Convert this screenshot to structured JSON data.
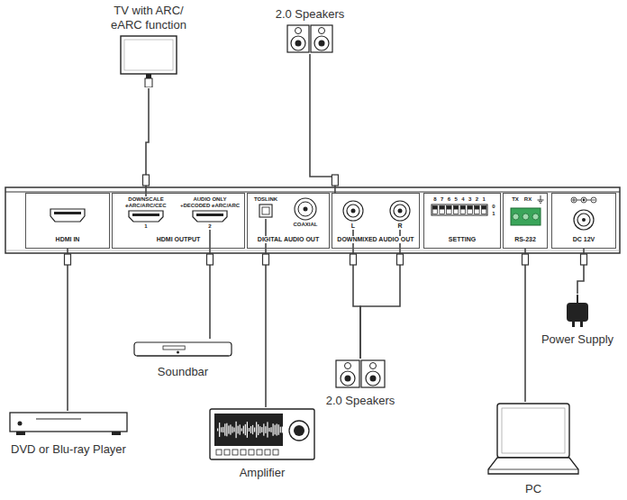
{
  "diagram": {
    "nodes": [
      {
        "text": [
          "TV with ARC/ eARC function"
        ]
      },
      {
        "text": [
          "2.0 Speakers"
        ]
      },
      {
        "text": [
          "HDMI IN"
        ]
      },
      {
        "text": [
          "HDMI OUTPUT"
        ]
      },
      {
        "text": [
          "DOWNSCALE eARC/ARC/CEC",
          "1"
        ],
        "in": 3
      },
      {
        "text": [
          "AUDIO ONLY +DECODED eARC/ARC",
          "2"
        ],
        "in": 3
      },
      {
        "text": [
          "DIGITAL AUDIO OUT"
        ]
      },
      {
        "text": [
          "TOSLINK"
        ],
        "in": 6
      },
      {
        "text": [
          "COAXIAL"
        ],
        "in": 6
      },
      {
        "text": [
          "DOWNMIXED AUDIO OUT"
        ]
      },
      {
        "text": [
          "L"
        ],
        "in": 9
      },
      {
        "text": [
          "R"
        ],
        "in": 9
      },
      {
        "text": [
          "SETTING"
        ]
      },
      {
        "text": [
          "RS-232"
        ]
      },
      {
        "text": [
          "DC 12V"
        ]
      },
      {
        "text": [
          "Soundbar"
        ]
      },
      {
        "text": [
          "2.0 Speakers"
        ]
      },
      {
        "text": [
          "Power Supply"
        ]
      },
      {
        "text": [
          "DVD or Blu-ray Player"
        ]
      },
      {
        "text": [
          "Amplifier"
        ]
      },
      {
        "text": [
          "PC"
        ]
      }
    ],
    "edges": [
      {
        "from": 0,
        "to": 4,
        "arrow": "none"
      },
      {
        "from": 1,
        "to": 9,
        "arrow": "none"
      },
      {
        "from": 2,
        "to": 18,
        "arrow": "none"
      },
      {
        "from": 5,
        "to": 15,
        "arrow": "none"
      },
      {
        "from": 7,
        "to": 19,
        "arrow": "none"
      },
      {
        "from": 10,
        "to": 16,
        "arrow": "none"
      },
      {
        "from": 11,
        "to": 16,
        "arrow": "none"
      },
      {
        "from": 13,
        "to": 20,
        "arrow": "none"
      },
      {
        "from": 14,
        "to": 17,
        "arrow": "none"
      }
    ],
    "labels": [
      "8",
      "7",
      "6",
      "5",
      "4",
      "3",
      "2",
      "1",
      "0",
      "1",
      "TX",
      "RX"
    ]
  }
}
